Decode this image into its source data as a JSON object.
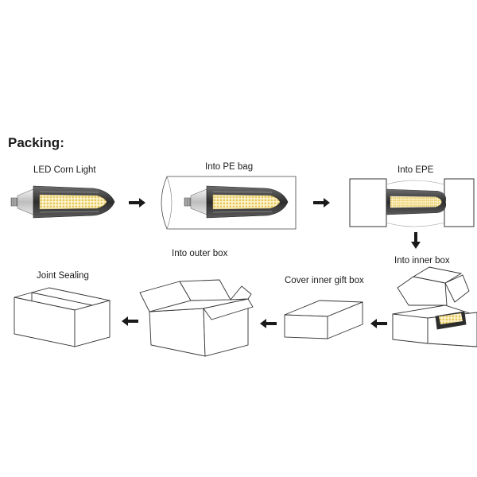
{
  "heading": "Packing:",
  "steps": {
    "corn_light": "LED Corn Light",
    "pe_bag": "Into PE bag",
    "epe": "Into EPE",
    "inner_box": "Into inner box",
    "gift_box": "Cover inner gift box",
    "outer_box": "Into outer box",
    "sealing": "Joint Sealing"
  }
}
